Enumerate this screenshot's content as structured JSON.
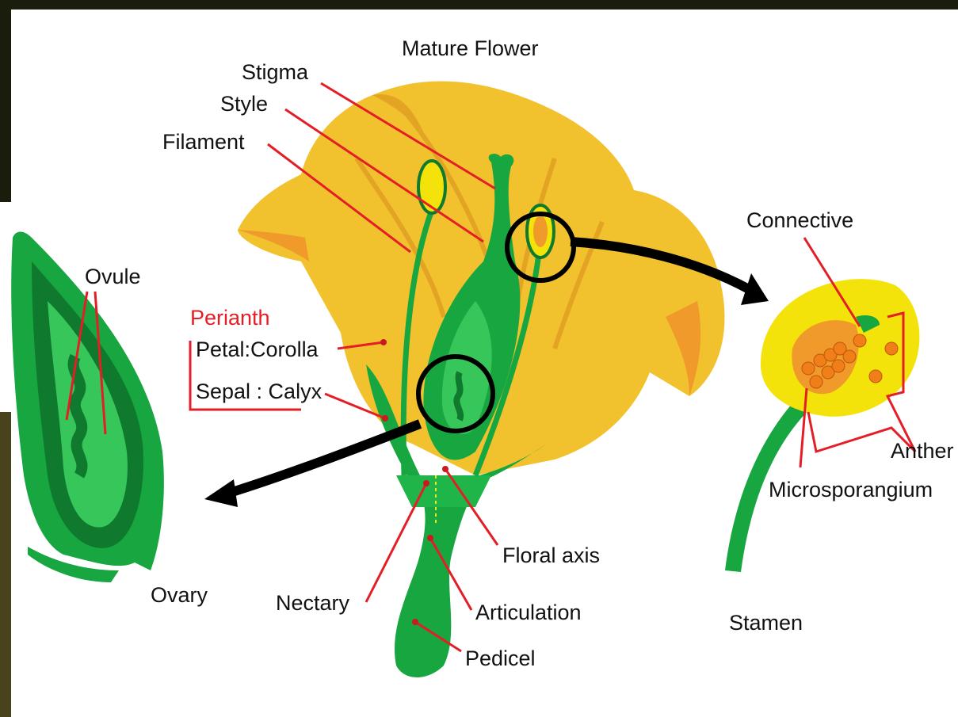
{
  "title": "Mature Flower",
  "labels": {
    "stigma": "Stigma",
    "style": "Style",
    "filament": "Filament",
    "ovule": "Ovule",
    "perianth": "Perianth",
    "petal_corolla": "Petal:Corolla",
    "sepal_calyx": "Sepal : Calyx",
    "ovary": "Ovary",
    "nectary": "Nectary",
    "floral_axis": "Floral axis",
    "articulation": "Articulation",
    "pedicel": "Pedicel",
    "connective": "Connective",
    "anther": "Anther",
    "microsporangium": "Microsporangium",
    "stamen": "Stamen"
  },
  "colors": {
    "petal": "#f2c12e",
    "petal_dark": "#e3a323",
    "petal_orange": "#ef9a2a",
    "green": "#17a63f",
    "green_dark": "#0f7a2d",
    "green_light": "#37c659",
    "anther_yellow": "#f4e20b",
    "pollen": "#f07f1a",
    "leader_red": "#e41e26",
    "arrow": "#000000"
  }
}
